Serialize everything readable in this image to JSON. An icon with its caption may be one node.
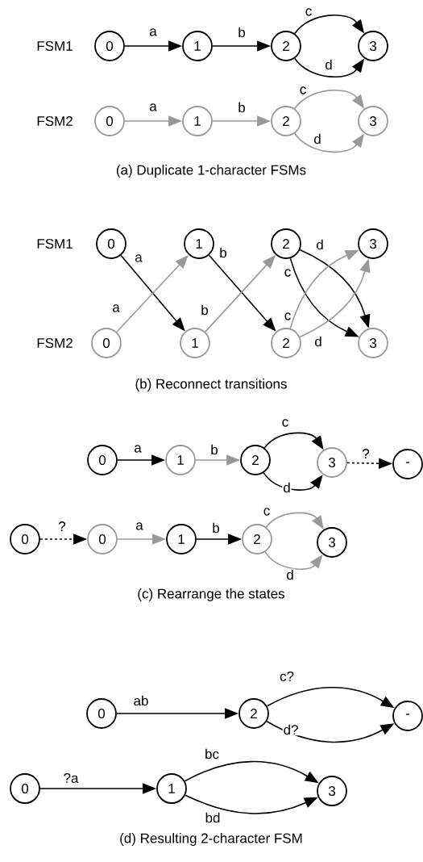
{
  "diagram": {
    "nodes": [
      {
        "text": [
          "0"
        ]
      },
      {
        "text": [
          "1"
        ]
      },
      {
        "text": [
          "2"
        ]
      },
      {
        "text": [
          "3"
        ]
      },
      {
        "text": [
          "0"
        ]
      },
      {
        "text": [
          "1"
        ]
      },
      {
        "text": [
          "2"
        ]
      },
      {
        "text": [
          "3"
        ]
      },
      {
        "text": [
          "0"
        ]
      },
      {
        "text": [
          "1"
        ]
      },
      {
        "text": [
          "2"
        ]
      },
      {
        "text": [
          "3"
        ]
      },
      {
        "text": [
          "0"
        ]
      },
      {
        "text": [
          "1"
        ]
      },
      {
        "text": [
          "2"
        ]
      },
      {
        "text": [
          "3"
        ]
      },
      {
        "text": [
          "0"
        ]
      },
      {
        "text": [
          "1"
        ]
      },
      {
        "text": [
          "2"
        ]
      },
      {
        "text": [
          "3"
        ]
      },
      {
        "text": [
          "-"
        ]
      },
      {
        "text": [
          "0"
        ]
      },
      {
        "text": [
          "0"
        ]
      },
      {
        "text": [
          "1"
        ]
      },
      {
        "text": [
          "2"
        ]
      },
      {
        "text": [
          "3"
        ]
      },
      {
        "text": [
          "0"
        ]
      },
      {
        "text": [
          "2"
        ]
      },
      {
        "text": [
          "-"
        ]
      },
      {
        "text": [
          "0"
        ]
      },
      {
        "text": [
          "1"
        ]
      },
      {
        "text": [
          "3"
        ]
      }
    ],
    "edges": [
      {
        "from": 0,
        "to": 1,
        "arrow": "to",
        "label": "a"
      },
      {
        "from": 1,
        "to": 2,
        "arrow": "to",
        "label": "b"
      },
      {
        "from": 2,
        "to": 3,
        "arrow": "to",
        "label": "c"
      },
      {
        "from": 2,
        "to": 3,
        "arrow": "to",
        "label": "d"
      },
      {
        "from": 4,
        "to": 5,
        "arrow": "to",
        "label": "a",
        "color": "#999999"
      },
      {
        "from": 5,
        "to": 6,
        "arrow": "to",
        "label": "b",
        "color": "#999999"
      },
      {
        "from": 6,
        "to": 7,
        "arrow": "to",
        "label": "c",
        "color": "#999999"
      },
      {
        "from": 6,
        "to": 7,
        "arrow": "to",
        "label": "d",
        "color": "#999999"
      },
      {
        "from": 8,
        "to": 13,
        "arrow": "to",
        "label": "a"
      },
      {
        "from": 12,
        "to": 9,
        "arrow": "to",
        "label": "a",
        "color": "#999999"
      },
      {
        "from": 9,
        "to": 14,
        "arrow": "to",
        "label": "b"
      },
      {
        "from": 13,
        "to": 10,
        "arrow": "to",
        "label": "b",
        "color": "#999999"
      },
      {
        "from": 10,
        "to": 15,
        "arrow": "to",
        "label": "d"
      },
      {
        "from": 10,
        "to": 15,
        "arrow": "to",
        "label": "c"
      },
      {
        "from": 14,
        "to": 11,
        "arrow": "to",
        "label": "c",
        "color": "#999999"
      },
      {
        "from": 14,
        "to": 11,
        "arrow": "to",
        "label": "d",
        "color": "#999999"
      },
      {
        "from": 16,
        "to": 17,
        "arrow": "to",
        "label": "a"
      },
      {
        "from": 17,
        "to": 18,
        "arrow": "to",
        "label": "b",
        "color": "#999999"
      },
      {
        "from": 18,
        "to": 19,
        "arrow": "to",
        "label": "c"
      },
      {
        "from": 18,
        "to": 19,
        "arrow": "to",
        "label": "d"
      },
      {
        "from": 19,
        "to": 20,
        "arrow": "to",
        "label": "?",
        "style": "dashed"
      },
      {
        "from": 21,
        "to": 22,
        "arrow": "to",
        "label": "?",
        "style": "dashed"
      },
      {
        "from": 22,
        "to": 23,
        "arrow": "to",
        "label": "a",
        "color": "#999999"
      },
      {
        "from": 23,
        "to": 24,
        "arrow": "to",
        "label": "b"
      },
      {
        "from": 24,
        "to": 25,
        "arrow": "to",
        "label": "c",
        "color": "#999999"
      },
      {
        "from": 24,
        "to": 25,
        "arrow": "to",
        "label": "d",
        "color": "#999999"
      },
      {
        "from": 26,
        "to": 27,
        "arrow": "to",
        "label": "ab"
      },
      {
        "from": 27,
        "to": 28,
        "arrow": "to",
        "label": "c?"
      },
      {
        "from": 27,
        "to": 28,
        "arrow": "to",
        "label": "d?"
      },
      {
        "from": 29,
        "to": 30,
        "arrow": "to",
        "label": "?a"
      },
      {
        "from": 30,
        "to": 31,
        "arrow": "to",
        "label": "bc"
      },
      {
        "from": 30,
        "to": 31,
        "arrow": "to",
        "label": "bd"
      }
    ],
    "labels": [
      "FSM1",
      "FSM2",
      "(a) Duplicate 1-character FSMs",
      "FSM1",
      "FSM2",
      "(b) Reconnect transitions",
      "(c) Rearrange the states",
      "(d) Resulting 2-character FSM"
    ]
  }
}
